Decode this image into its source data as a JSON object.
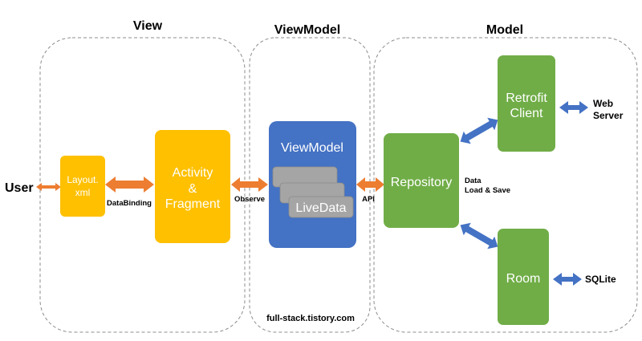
{
  "sections": {
    "view": "View",
    "viewmodel": "ViewModel",
    "model": "Model"
  },
  "nodes": {
    "user": "User",
    "layout_line1": "Layout.",
    "layout_line2": "xml",
    "activity_line1": "Activity",
    "activity_line2": "&",
    "activity_line3": "Fragment",
    "viewmodel": "ViewModel",
    "livedata": "LiveData",
    "repository": "Repository",
    "retrofit_line1": "Retrofit",
    "retrofit_line2": "Client",
    "room": "Room",
    "webserver_line1": "Web",
    "webserver_line2": "Server",
    "sqlite": "SQLite"
  },
  "edges": {
    "databinding": "DataBinding",
    "observe": "Observe",
    "api": "API",
    "data_line1": "Data",
    "data_line2": "Load & Save"
  },
  "footer": "full-stack.tistory.com",
  "colors": {
    "view_orange": "#FFC000",
    "arrow_orange": "#ED7D31",
    "viewmodel_blue": "#4472C4",
    "livedata_gray": "#A5A5A5",
    "model_green": "#70AD47",
    "arrow_blue": "#4472C4",
    "container_border": "#7F7F7F"
  }
}
